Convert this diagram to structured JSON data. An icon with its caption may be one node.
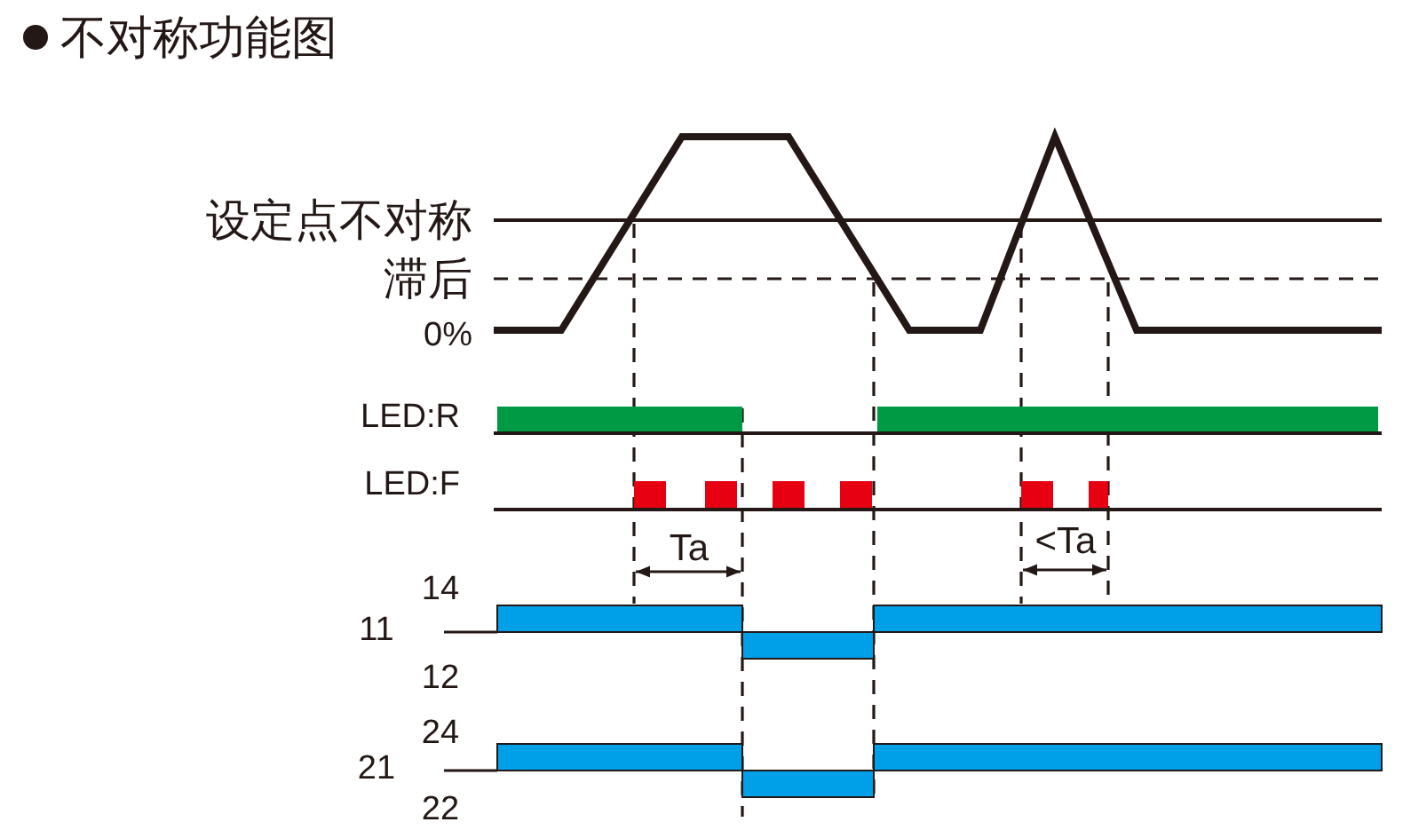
{
  "diagram": {
    "title": "不对称功能图",
    "labels": [
      "设定点不对称",
      "滞后",
      "0%",
      "LED:R",
      "LED:F",
      "Ta",
      "<Ta",
      "14",
      "11",
      "12",
      "24",
      "21",
      "22"
    ]
  }
}
